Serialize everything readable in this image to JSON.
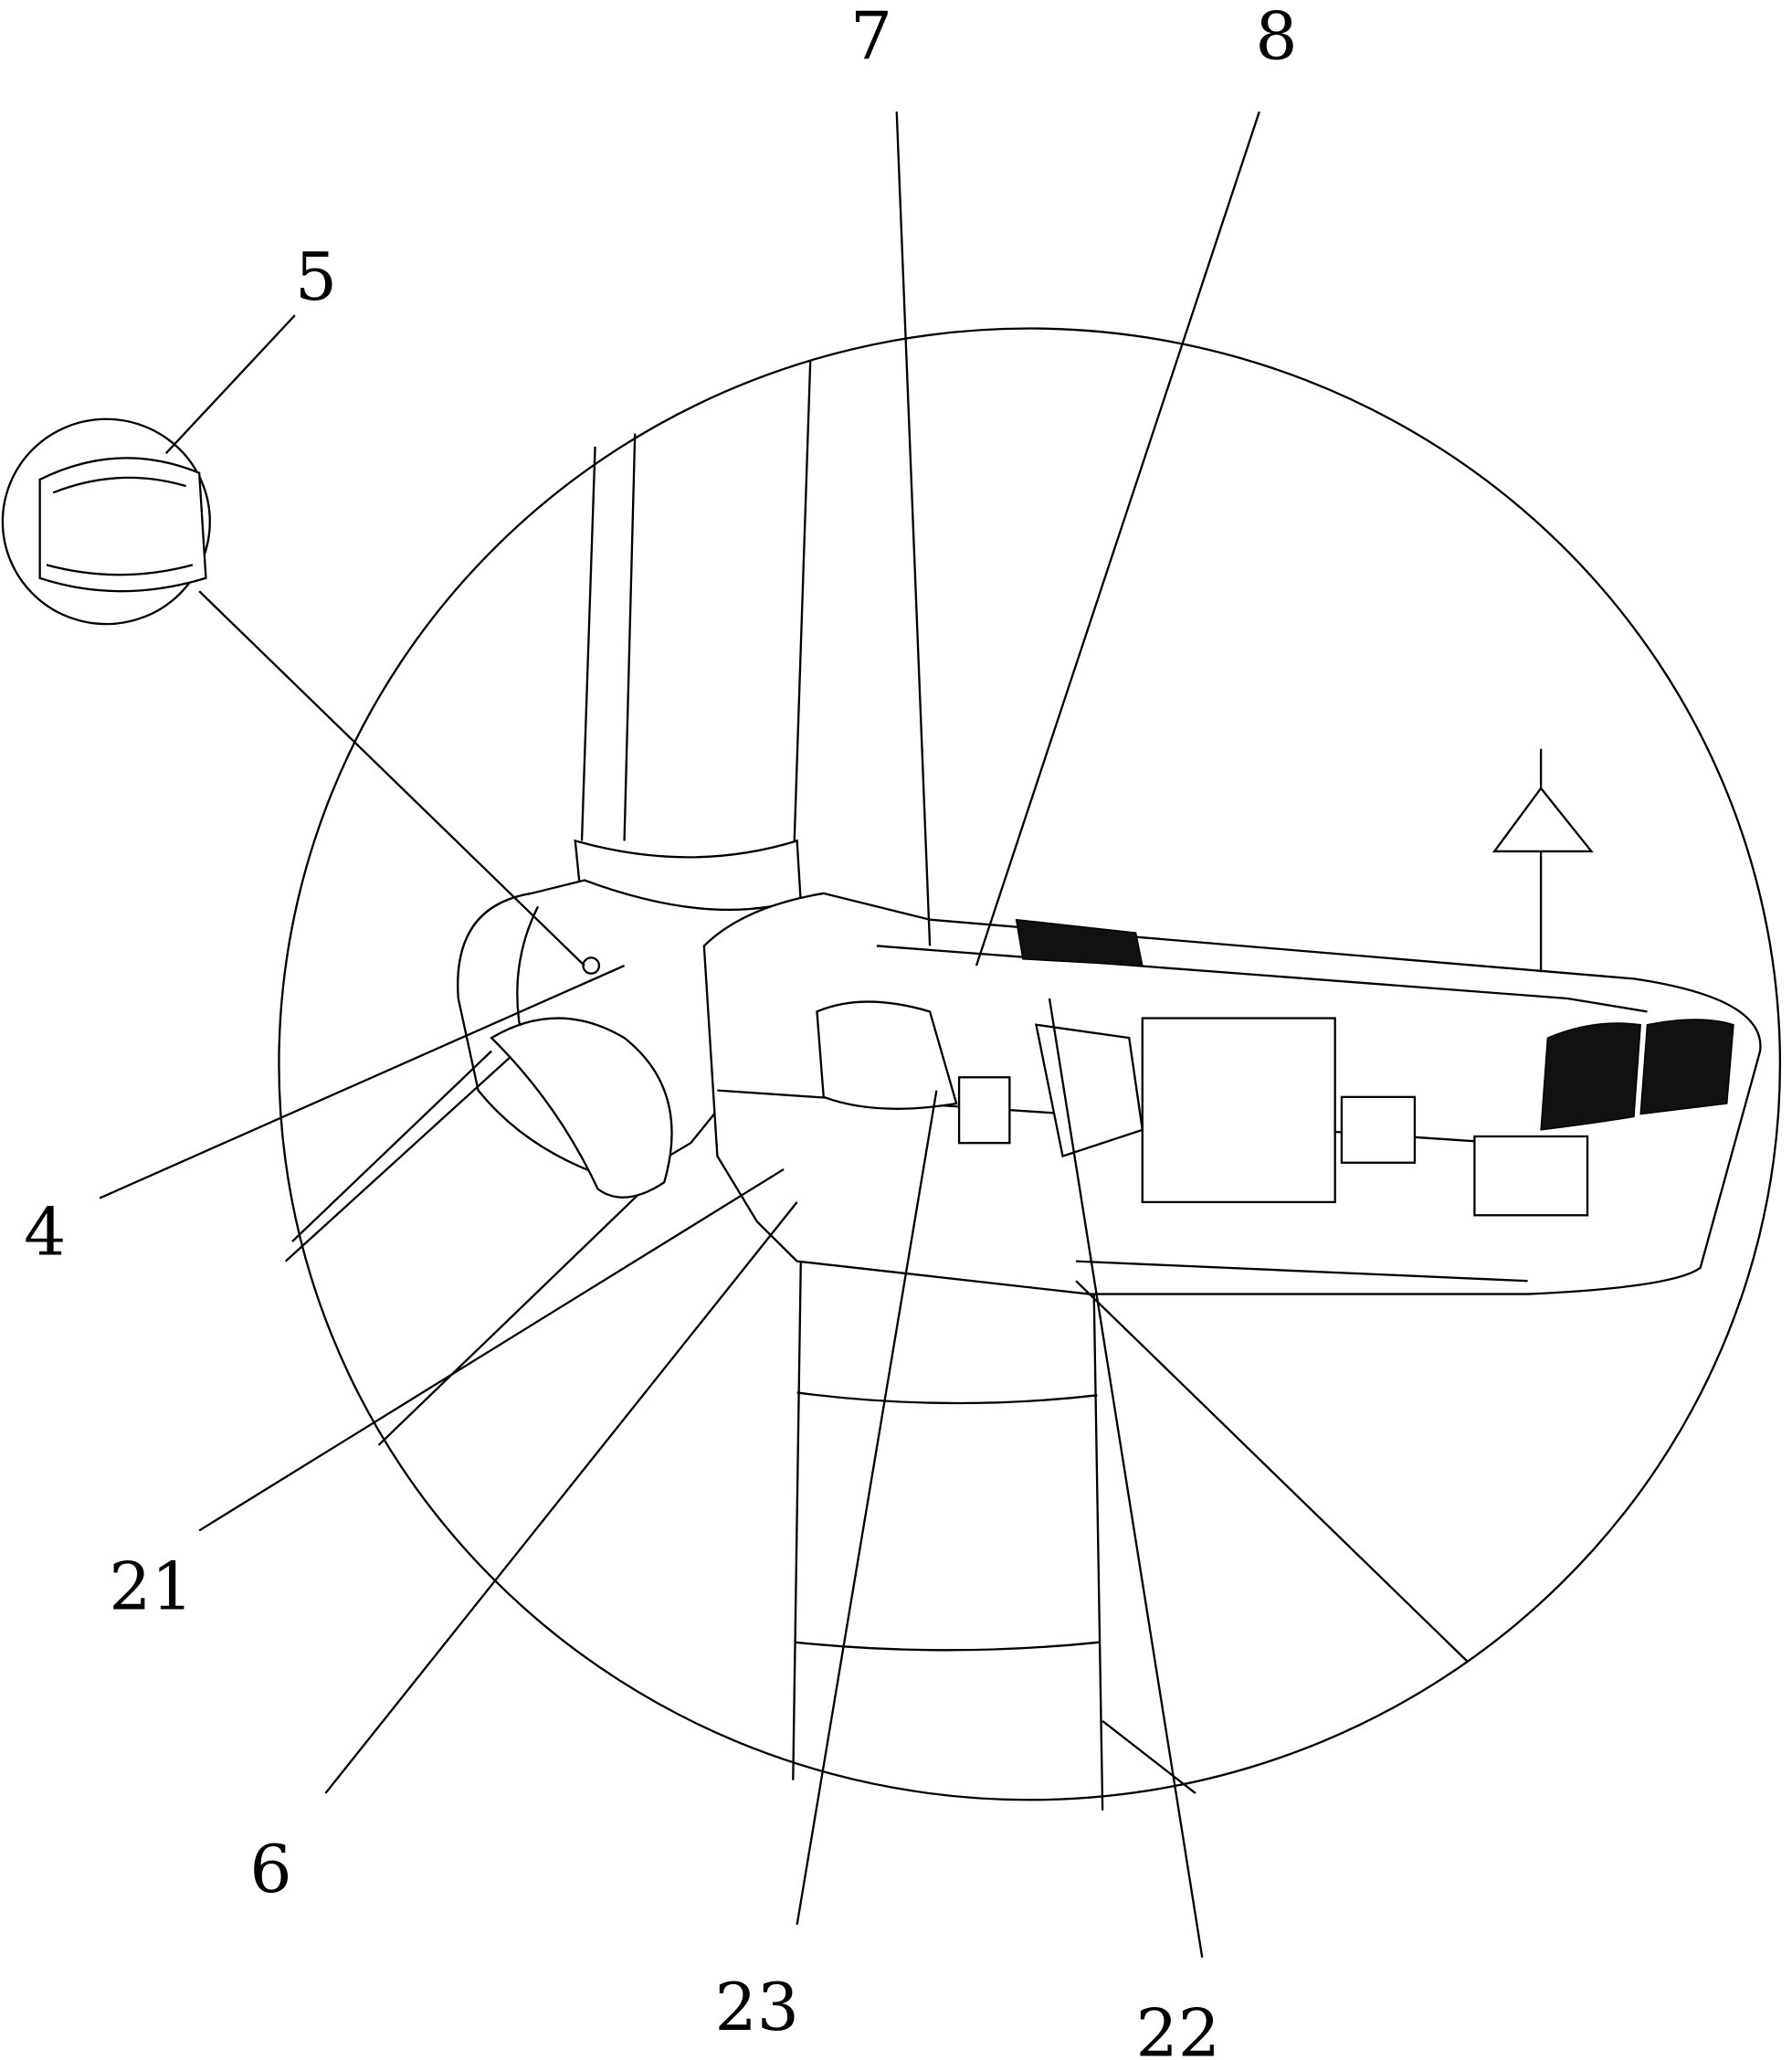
{
  "figure": {
    "labels": {
      "l7": "7",
      "l8": "8",
      "l5": "5",
      "l4": "4",
      "l21": "21",
      "l6": "6",
      "l23": "23",
      "l22": "22"
    }
  }
}
